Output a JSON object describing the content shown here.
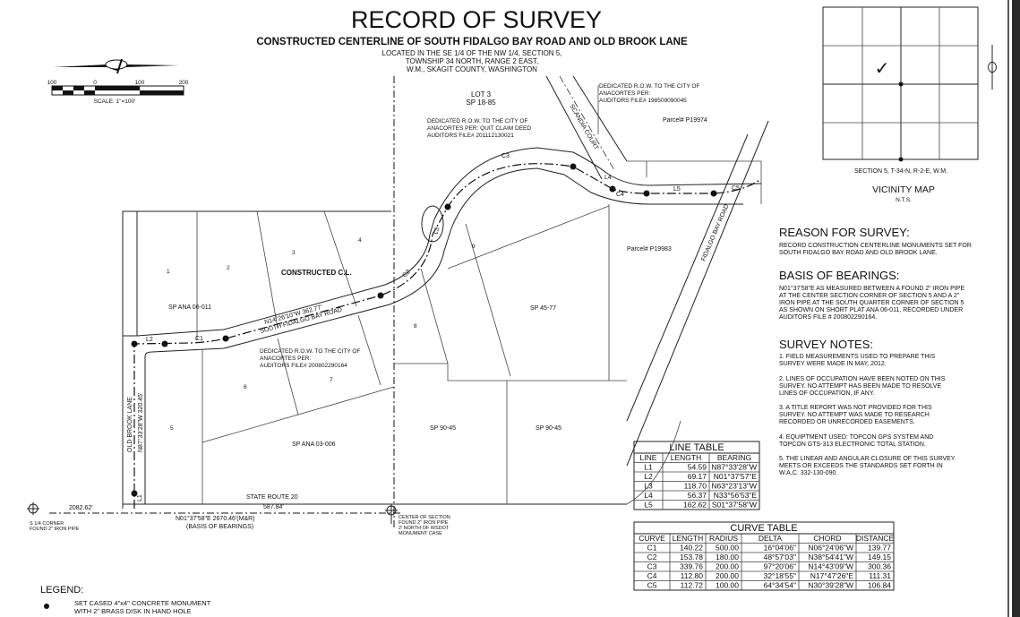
{
  "title": {
    "main": "RECORD OF SURVEY",
    "subtitle": "CONSTRUCTED CENTERLINE OF SOUTH FIDALGO BAY ROAD AND OLD BROOK LANE",
    "location": [
      "LOCATED IN THE SE 1/4 OF THE NW 1/4, SECTION 5,",
      "TOWNSHIP 34 NORTH, RANGE 2 EAST,",
      "W.M., SKAGIT COUNTY, WASHINGTON"
    ]
  },
  "scale": {
    "ticks": [
      "100",
      "0",
      "100",
      "200"
    ],
    "label": "SCALE: 1\"=100'"
  },
  "vicinity": {
    "section_label": "SECTION 5, T-34-N, R-2-E, W.M.",
    "title": "VICINITY MAP",
    "nts": "N.T.S.",
    "check": "✓"
  },
  "map": {
    "lot3": [
      "LOT 3",
      "SP 18-85"
    ],
    "row_scandia": [
      "DEDICATED R.O.W. TO THE CITY OF",
      "ANACORTES PER:",
      "AUDITORS FILE# 198509090045"
    ],
    "row_quitclaim": [
      "DEDICATED R.O.W. TO THE CITY OF",
      "ANACORTES PER: QUIT CLAIM DEED",
      "AUDITORS FILE# 201112130021"
    ],
    "row_south": [
      "DEDICATED R.O.W. TO THE CITY OF",
      "ANACORTES PER:",
      "AUDITORS FILE# 200802290164"
    ],
    "scandia_court": "SCANDIA COURT",
    "parcel_p19974": "Parcel# P19974",
    "parcel_p19983": "Parcel# P19983",
    "fidalgo_bay_road": "FIDALGO BAY ROAD",
    "constructed_cl": "CONSTRUCTED C.L.",
    "bearing_main": "N14°26'10\"W 362.77'",
    "south_fidalgo_bay_road": "SOUTH FIDALGO BAY ROAD",
    "old_brook_lane": "OLD BROOK LANE",
    "old_brook_bearing": "N87°33'28\"W 320.45'",
    "lots": [
      "1",
      "2",
      "3",
      "4",
      "5",
      "6",
      "7",
      "8",
      "9"
    ],
    "sp_ana_06_011": "SP ANA 06-011",
    "sp_ana_03_006": "SP ANA 03-006",
    "sp_45_77": "SP 45-77",
    "sp_90_45": "SP 90-45",
    "state_route": "STATE ROUTE 20",
    "dist_2082": "2082.62'",
    "dist_587": "587.84'",
    "basis_line": "N01°37'58\"E 2670.46'(M&R)",
    "basis_paren": "(BASIS OF BEARINGS)",
    "s_quarter": [
      "S 1/4 CORNER",
      "FOUND 2\" IRON PIPE"
    ],
    "center_section": [
      "CENTER OF SECTION",
      "FOUND 2\" IRON PIPE",
      "2' NORTH OF WSDOT",
      "MONUMENT CASE"
    ],
    "segment_labels": [
      "L1",
      "L2",
      "L3",
      "L4",
      "L5",
      "C1",
      "C2",
      "C3",
      "C4",
      "C5"
    ]
  },
  "reason": {
    "heading": "REASON FOR SURVEY:",
    "lines": [
      "RECORD CONSTRUCTION CENTERLINE MONUMENTS SET FOR",
      "SOUTH FIDALGO BAY ROAD AND OLD BROOK LANE."
    ]
  },
  "basis": {
    "heading": "BASIS OF BEARINGS:",
    "lines": [
      "N01°37'58\"E AS MEASURED BETWEEN A FOUND 2\" IRON PIPE",
      "AT THE CENTER SECTION CORNER OF SECTION 5 AND A 2\"",
      "IRON PIPE AT THE SOUTH QUARTER CORNER OF SECTION 5",
      "AS SHOWN ON SHORT PLAT ANA 06-011, RECORDED UNDER",
      "AUDITORS FILE # 200802290164."
    ]
  },
  "notes": {
    "heading": "SURVEY NOTES:",
    "items": [
      [
        "1. FIELD MEASUREMENTS USED TO PREPARE THIS",
        "SURVEY WERE MADE IN MAY, 2012."
      ],
      [
        "2. LINES OF OCCUPATION HAVE BEEN NOTED ON THIS",
        "SURVEY. NO ATTEMPT HAS BEEN MADE TO RESOLVE",
        "LINES OF OCCUPATION, IF ANY."
      ],
      [
        "3. A TITLE REPORT WAS NOT PROVIDED FOR THIS",
        "SURVEY. NO ATTEMPT WAS MADE TO RESEARCH",
        "RECORDED OR UNRECORDED EASEMENTS."
      ],
      [
        "4. EQUIPTMENT USED: TOPCON GPS SYSTEM AND",
        "TOPCON GTS-313 ELECTRONIC TOTAL STATION."
      ],
      [
        "5. THE LINEAR AND ANGULAR CLOSURE OF THIS SURVEY",
        "MEETS OR EXCEEDS THE STANDARDS SET FORTH IN",
        "W.A.C. 332-130-090."
      ]
    ]
  },
  "line_table": {
    "title": "LINE TABLE",
    "headers": [
      "LINE",
      "LENGTH",
      "BEARING"
    ],
    "rows": [
      [
        "L1",
        "54.59",
        "N87°33'28\"W"
      ],
      [
        "L2",
        "69.17",
        "N01°37'57\"E"
      ],
      [
        "L3",
        "118.70",
        "N63°23'13\"W"
      ],
      [
        "L4",
        "56.37",
        "N33°56'53\"E"
      ],
      [
        "L5",
        "162.62",
        "S01°37'58\"W"
      ]
    ]
  },
  "curve_table": {
    "title": "CURVE TABLE",
    "headers": [
      "CURVE",
      "LENGTH",
      "RADIUS",
      "DELTA",
      "CHORD",
      "DISTANCE"
    ],
    "rows": [
      [
        "C1",
        "140.22",
        "500.00",
        "16°04'06\"",
        "N06°24'06\"W",
        "139.77"
      ],
      [
        "C2",
        "153.78",
        "180.00",
        "48°57'03\"",
        "N38°54'41\"W",
        "149.15"
      ],
      [
        "C3",
        "339.76",
        "200.00",
        "97°20'06\"",
        "N14°43'09\"W",
        "300.36"
      ],
      [
        "C4",
        "112.80",
        "200.00",
        "32°18'55\"",
        "N17°47'26\"E",
        "111.31"
      ],
      [
        "C5",
        "112.72",
        "100.00",
        "64°34'54\"",
        "N30°39'28\"W",
        "106.84"
      ]
    ]
  },
  "legend": {
    "heading": "LEGEND:",
    "items": [
      [
        "SET CASED 4\"x4\" CONCRETE MONUMENT",
        "WITH 2\" BRASS DISK IN HAND HOLE"
      ]
    ]
  }
}
